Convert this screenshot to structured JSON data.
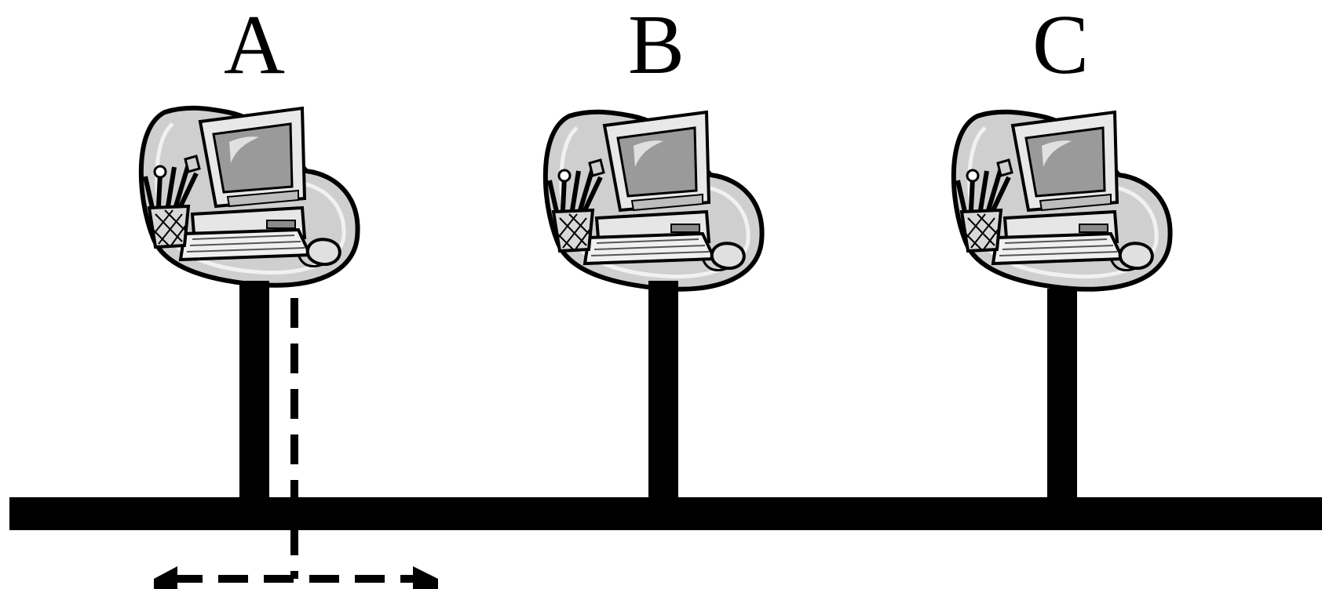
{
  "nodes": [
    {
      "label": "A",
      "icon": "computer-workstation-icon"
    },
    {
      "label": "B",
      "icon": "computer-workstation-icon"
    },
    {
      "label": "C",
      "icon": "computer-workstation-icon"
    }
  ],
  "bus": {
    "color": "#000000"
  },
  "signal": {
    "style": "dashed",
    "direction": "both"
  }
}
